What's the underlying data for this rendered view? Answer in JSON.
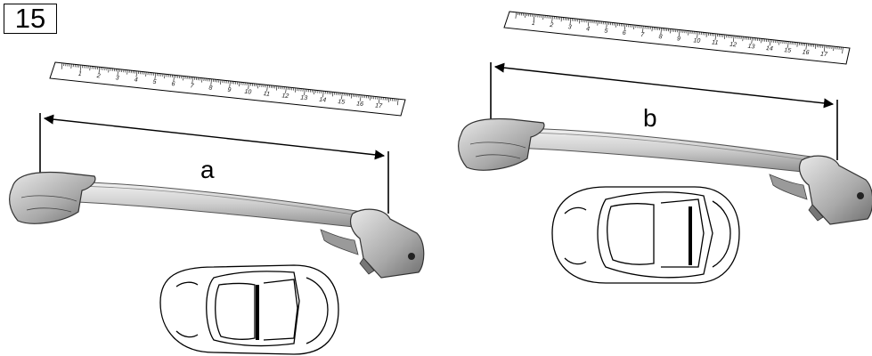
{
  "step": {
    "number": "15"
  },
  "left_panel": {
    "dimension_label": "a",
    "ruler_numbers": [
      "1",
      "2",
      "3",
      "4",
      "5",
      "6",
      "7",
      "8",
      "9",
      "10",
      "11",
      "12",
      "13",
      "14",
      "15",
      "16",
      "17"
    ]
  },
  "right_panel": {
    "dimension_label": "b",
    "ruler_numbers": [
      "1",
      "2",
      "3",
      "4",
      "5",
      "6",
      "7",
      "8",
      "9",
      "10",
      "11",
      "12",
      "13",
      "14",
      "15",
      "16",
      "17"
    ]
  },
  "colors": {
    "line": "#000000",
    "bar_light": "#e6e6e6",
    "bar_mid": "#bdbdbd",
    "bar_dark": "#7a7a7a"
  }
}
